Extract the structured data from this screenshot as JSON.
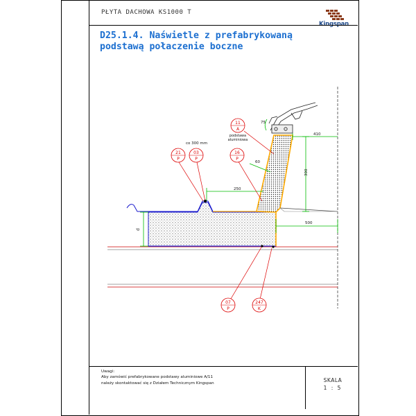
{
  "header": {
    "sheet_title": "PŁYTA DACHOWA KS1000 T",
    "logo_text": "Kingspan"
  },
  "title": {
    "line1": "D25.1.4. Naświetle z prefabrykowaną",
    "line2": "podstawą połaczenie boczne"
  },
  "drawing": {
    "tags": [
      {
        "top": "11",
        "bottom": "A"
      },
      {
        "top": "16",
        "bottom": "P"
      },
      {
        "top": "21",
        "bottom": "P"
      },
      {
        "top": "03",
        "bottom": "P"
      },
      {
        "top": "07",
        "bottom": "P"
      },
      {
        "top": "247",
        "bottom": "K"
      }
    ],
    "labels": {
      "support_note_1": "podstawa",
      "support_note_2": "aluminiowa",
      "spacing": "co 300 mm",
      "angle": "75",
      "angle2": "60",
      "dim_410": "410",
      "dim_300": "300",
      "dim_250": "250",
      "dim_500": "500",
      "dim_d": "d"
    }
  },
  "footer": {
    "note_title": "Uwagi:",
    "note_line1": "Aby zamówić prefabrykowane podstawy aluminiowe A/11",
    "note_line2": "należy skontaktować się z Działem Technicznym Kingspan",
    "scale_label": "SKALA",
    "scale_value": "1 : 5"
  },
  "colors": {
    "title": "#1c6fd0",
    "dimension_lines": "#00cc00",
    "panel_outline": "#1a1acc",
    "flashing": "#ffaa00",
    "tags": "#dd0000",
    "profile_lines": "#cc0000"
  }
}
